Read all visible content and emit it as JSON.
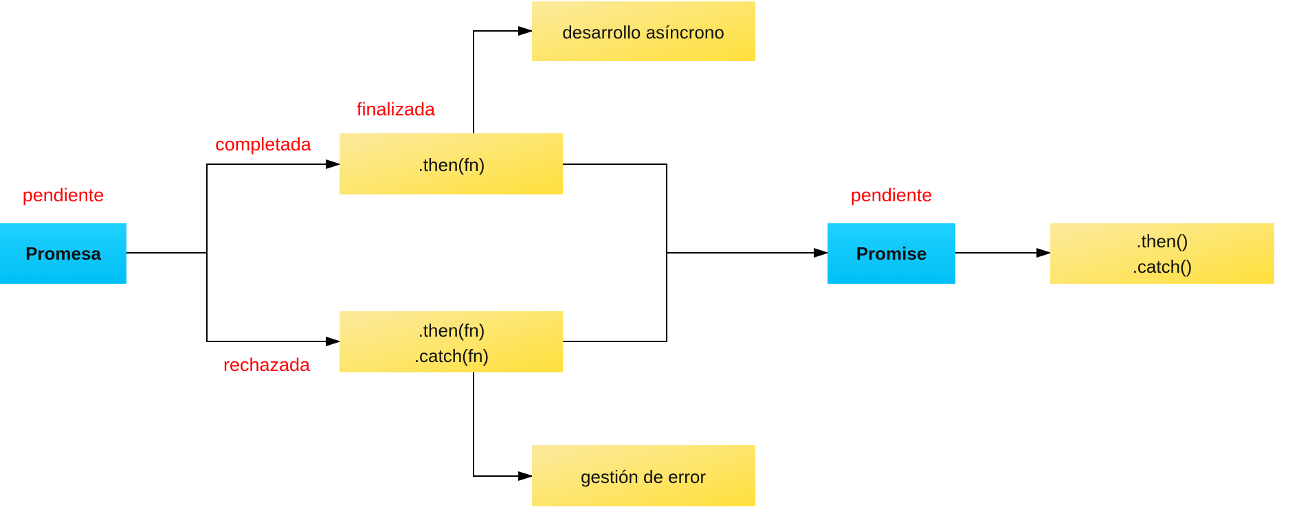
{
  "colors": {
    "state_label": "#ff0000",
    "promise_box": "#00c8ff",
    "handler_box_light": "#fcea9e",
    "handler_box_dark": "#ffe03c",
    "edge": "#000000"
  },
  "nodes": {
    "promesa": {
      "label": "Promesa",
      "state": "pendiente"
    },
    "then_top": {
      "label": ".then(fn)",
      "state": "finalizada"
    },
    "async_dev": {
      "label": "desarrollo asíncrono"
    },
    "then_catch": {
      "line1": ".then(fn)",
      "line2": ".catch(fn)"
    },
    "error_handling": {
      "label": "gestión de error"
    },
    "promise": {
      "label": "Promise",
      "state": "pendiente"
    },
    "final_methods": {
      "line1": ".then()",
      "line2": ".catch()"
    }
  },
  "edges": {
    "fulfilled": {
      "label": "completada"
    },
    "rejected": {
      "label": "rechazada"
    }
  }
}
